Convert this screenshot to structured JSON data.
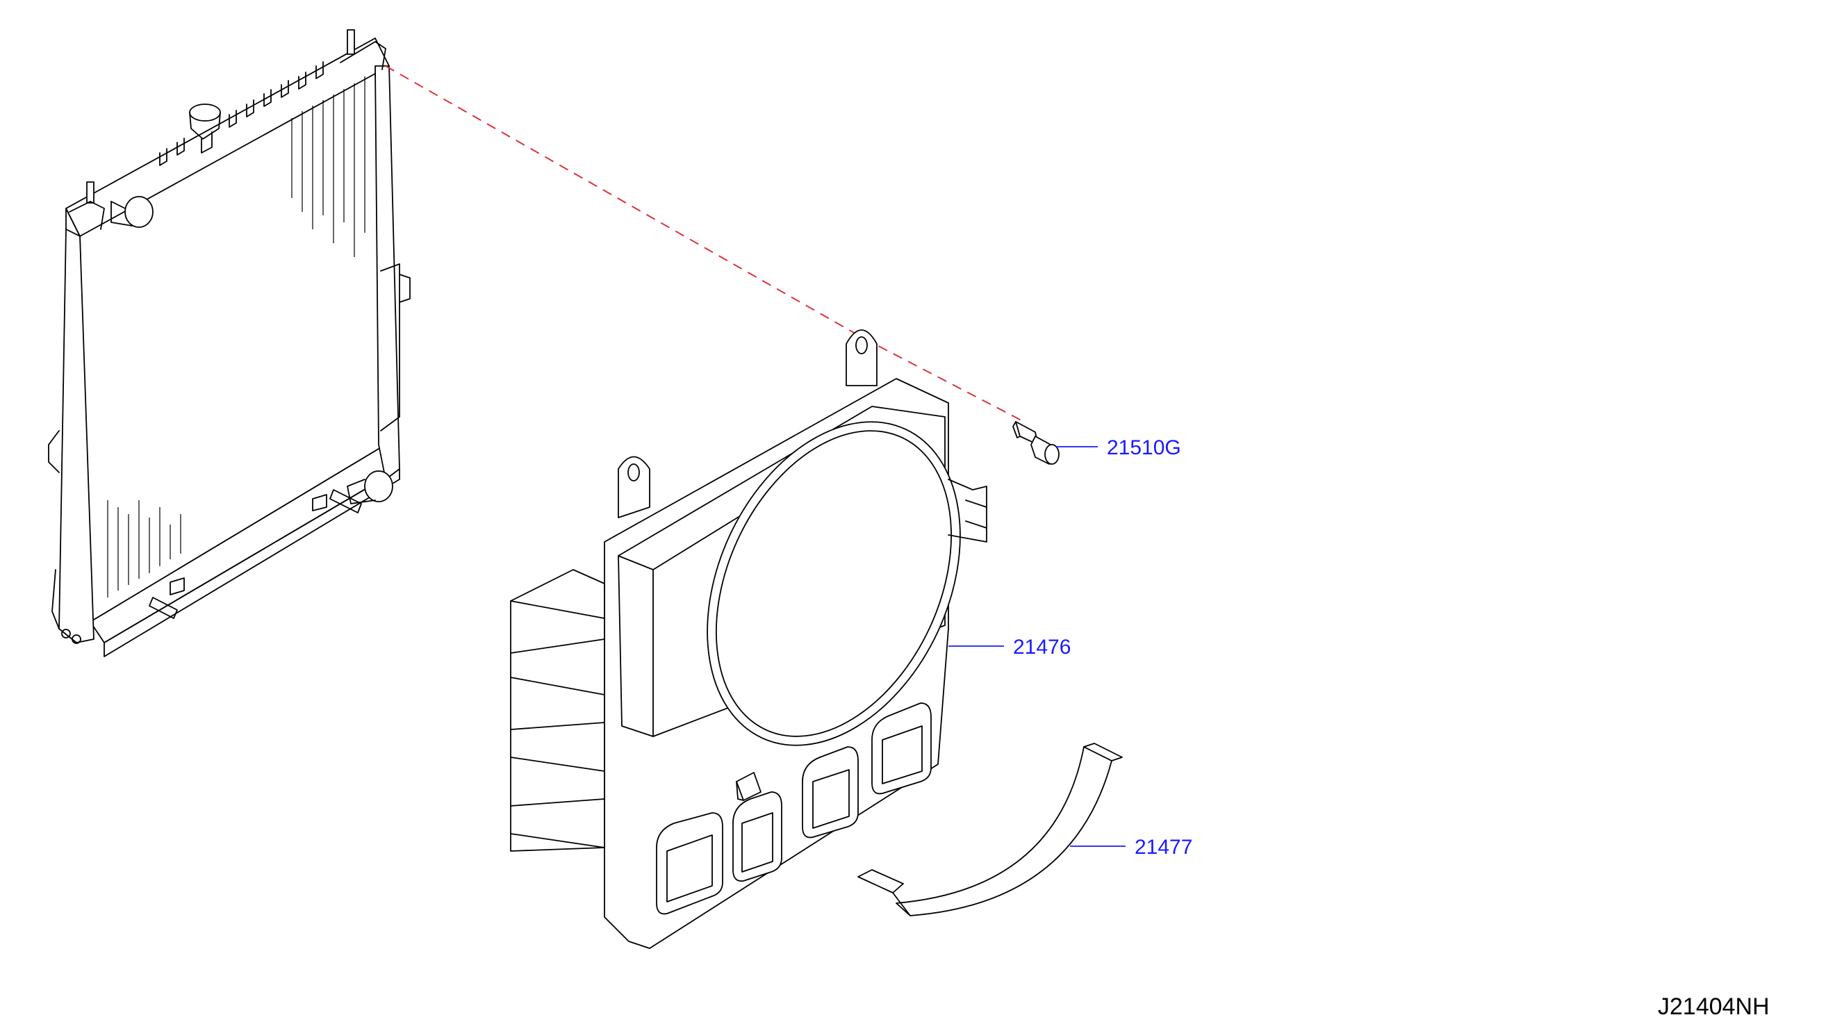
{
  "diagram": {
    "code": "J21404NH",
    "parts": [
      {
        "number": "21510G",
        "name": "bolt"
      },
      {
        "number": "21476",
        "name": "fan-shroud"
      },
      {
        "number": "21477",
        "name": "seal"
      }
    ]
  },
  "colors": {
    "label": "#1a1aff",
    "leader": "#1a1aff",
    "alignment_line": "#e0303a",
    "linework": "#000000"
  }
}
